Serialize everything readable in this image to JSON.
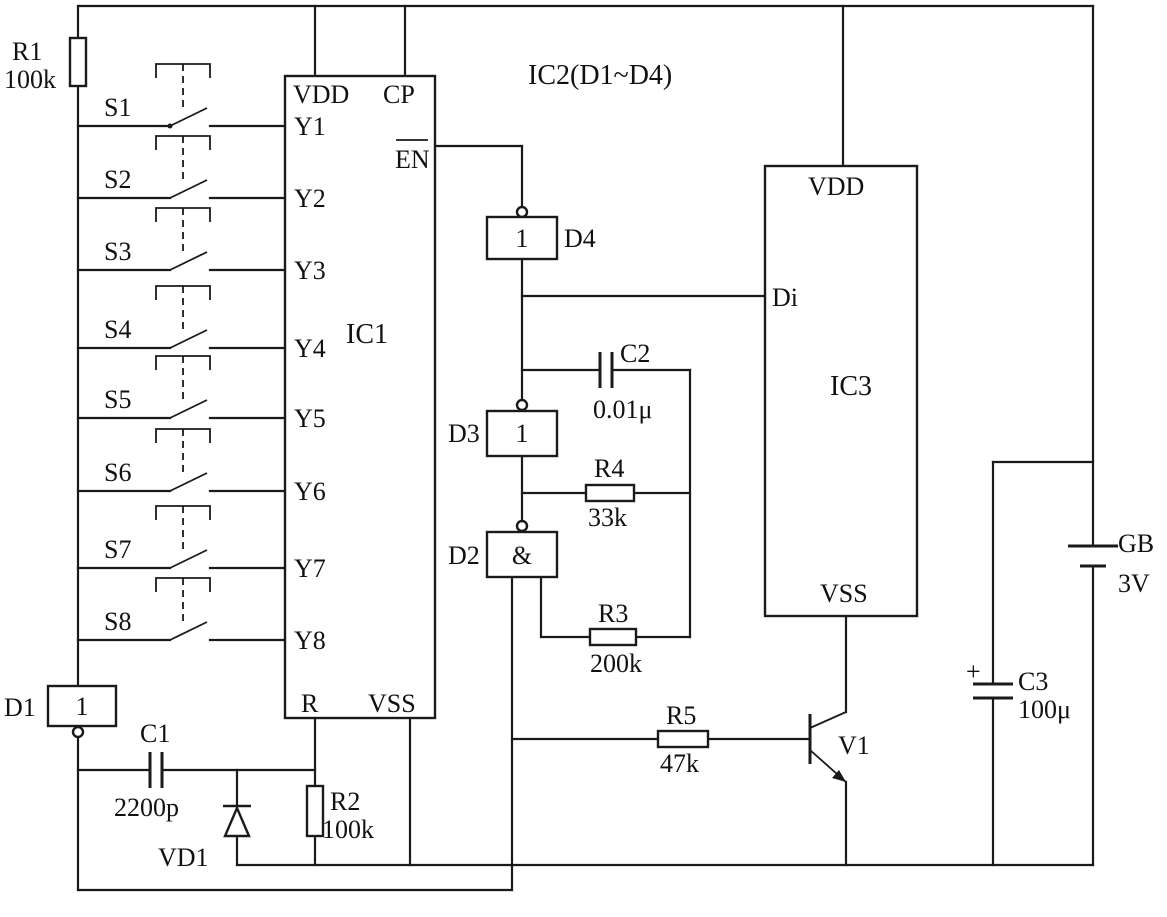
{
  "title_ic2": "IC2(D1~D4)",
  "ic1": {
    "name": "IC1",
    "vdd": "VDD",
    "cp": "CP",
    "en": "EN",
    "r": "R",
    "vss": "VSS",
    "y": [
      "Y1",
      "Y2",
      "Y3",
      "Y4",
      "Y5",
      "Y6",
      "Y7",
      "Y8"
    ]
  },
  "ic3": {
    "name": "IC3",
    "vdd": "VDD",
    "di": "Di",
    "vss": "VSS"
  },
  "switches": [
    "S1",
    "S2",
    "S3",
    "S4",
    "S5",
    "S6",
    "S7",
    "S8"
  ],
  "gates": {
    "d1": {
      "name": "D1",
      "symbol": "1"
    },
    "d2": {
      "name": "D2",
      "symbol": "&"
    },
    "d3": {
      "name": "D3",
      "symbol": "1"
    },
    "d4": {
      "name": "D4",
      "symbol": "1"
    }
  },
  "r1": {
    "name": "R1",
    "value": "100k"
  },
  "r2": {
    "name": "R2",
    "value": "100k"
  },
  "r3": {
    "name": "R3",
    "value": "200k"
  },
  "r4": {
    "name": "R4",
    "value": "33k"
  },
  "r5": {
    "name": "R5",
    "value": "47k"
  },
  "c1": {
    "name": "C1",
    "value": "2200p"
  },
  "c2": {
    "name": "C2",
    "value": "0.01μ"
  },
  "c3": {
    "name": "C3",
    "value": "100μ",
    "plus": "+"
  },
  "vd1": {
    "name": "VD1"
  },
  "v1": {
    "name": "V1"
  },
  "gb": {
    "name": "GB",
    "value": "3V"
  }
}
